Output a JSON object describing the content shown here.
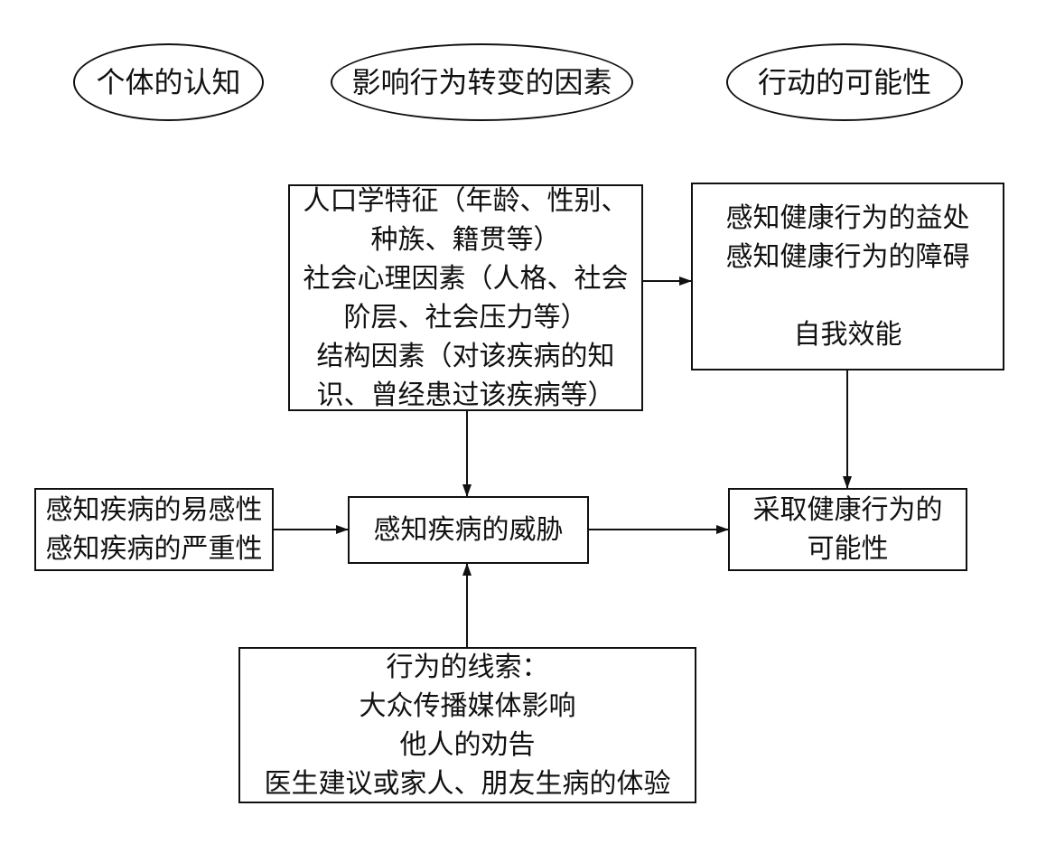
{
  "headers": {
    "left": "个体的认知",
    "center": "影响行为转变的因素",
    "right": "行动的可能性"
  },
  "modifying_factors": {
    "lines": [
      "人口学特征（年龄、性别、",
      "种族、籍贯等）",
      "社会心理因素（人格、社会",
      "阶层、社会压力等）",
      "结构因素（对该疾病的知",
      "识、曾经患过该疾病等）"
    ]
  },
  "benefits_barriers": {
    "lines": [
      "感知健康行为的益处",
      "感知健康行为的障碍"
    ],
    "self_efficacy": "自我效能"
  },
  "susceptibility_severity": {
    "lines": [
      "感知疾病的易感性",
      "感知疾病的严重性"
    ]
  },
  "threat": {
    "label": "感知疾病的威胁"
  },
  "likelihood": {
    "lines": [
      "采取健康行为的",
      "可能性"
    ]
  },
  "cues": {
    "lines": [
      "行为的线索：",
      "大众传播媒体影响",
      "他人的劝告",
      "医生建议或家人、朋友生病的体验"
    ]
  }
}
